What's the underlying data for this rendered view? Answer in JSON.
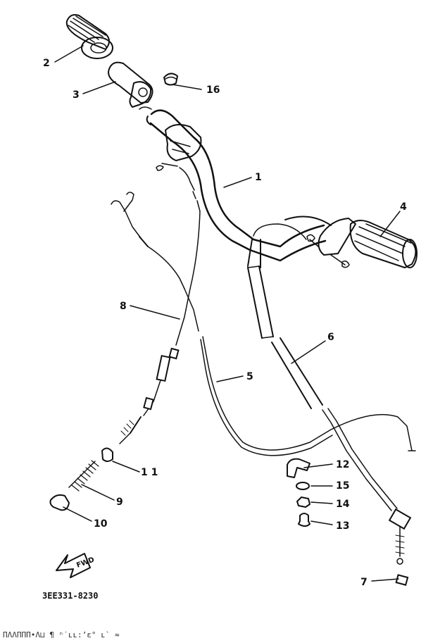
{
  "drawing_code": "3EE331-8230",
  "fwd_label": "FWD",
  "footer_text": "ΠΛΛΠΠΠ•Λ⊔ ¶ ⁿ˙ʟʟ:ʼɛ° ʟ`   ≈",
  "callouts": {
    "c1": "1",
    "c2": "2",
    "c3": "3",
    "c4": "4",
    "c5": "5",
    "c6": "6",
    "c7": "7",
    "c8": "8",
    "c9": "9",
    "c10": "10",
    "c11": "1 1",
    "c12": "12",
    "c13": "13",
    "c14": "14",
    "c15": "15",
    "c16": "16"
  }
}
